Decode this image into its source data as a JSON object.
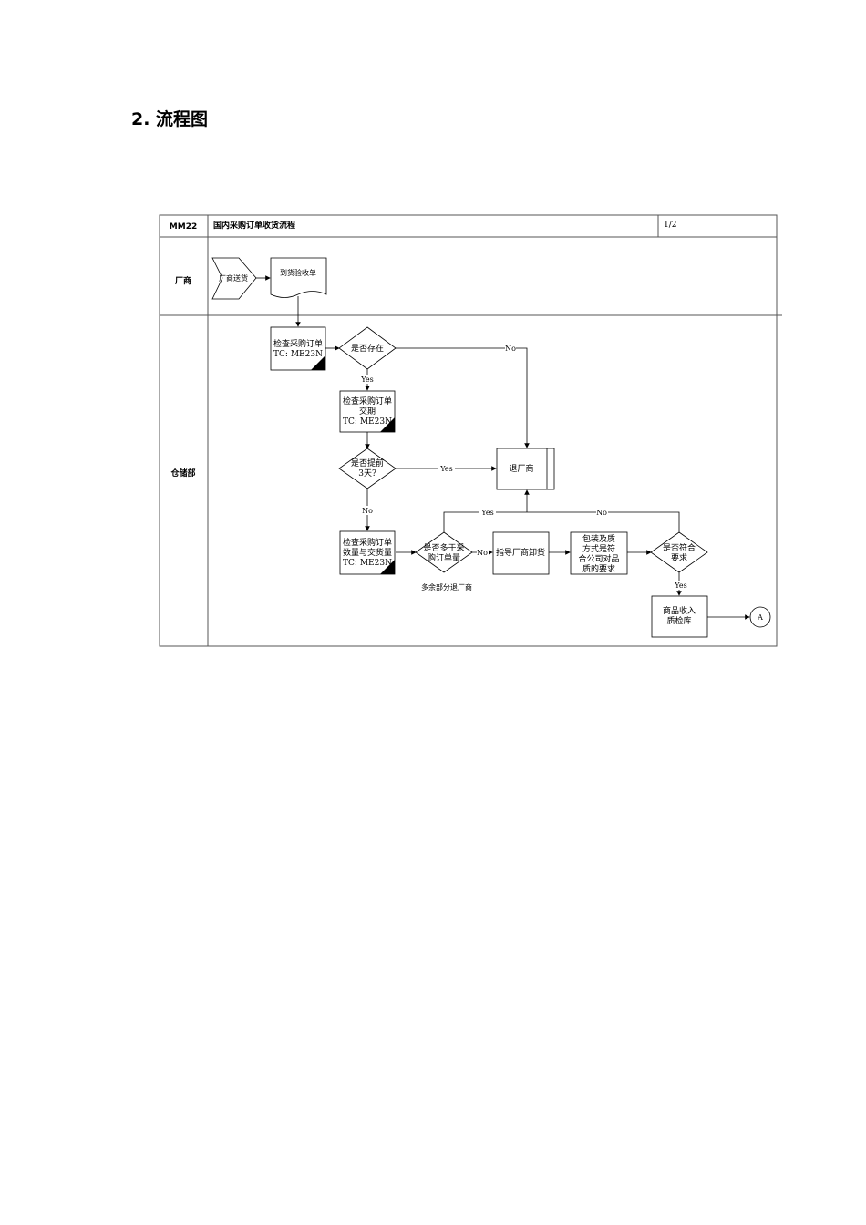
{
  "heading": "2. 流程图",
  "header": {
    "code": "MM22",
    "title": "国内采购订单收货流程",
    "page": "1/2"
  },
  "lanes": {
    "vendor": "厂商",
    "warehouse": "仓储部"
  },
  "nodes": {
    "vendor_ship": "厂商送货",
    "arrival_doc": "到货验收单",
    "check_po": [
      "检查采购订单",
      "TC: ME23N"
    ],
    "exists": "是否存在",
    "check_delivery": [
      "检查采购订单",
      "交期",
      "TC: ME23N"
    ],
    "early": [
      "是否提前",
      "3天?"
    ],
    "return_vendor": "退厂商",
    "check_qty": [
      "检查采购订单",
      "数量与交货量",
      "TC: ME23N"
    ],
    "more_than_po": [
      "是否多于采",
      "购订单量"
    ],
    "guide_unload": "指导厂商卸货",
    "packaging": [
      "包装及质",
      "方式是符",
      "合公司对品",
      "质的要求"
    ],
    "meets_req": [
      "是否符合",
      "要求"
    ],
    "receive": [
      "商品收入",
      "质检库"
    ],
    "connector": "A"
  },
  "edge_labels": {
    "yes": "Yes",
    "no": "No"
  },
  "annotation": "多余部分退厂商"
}
